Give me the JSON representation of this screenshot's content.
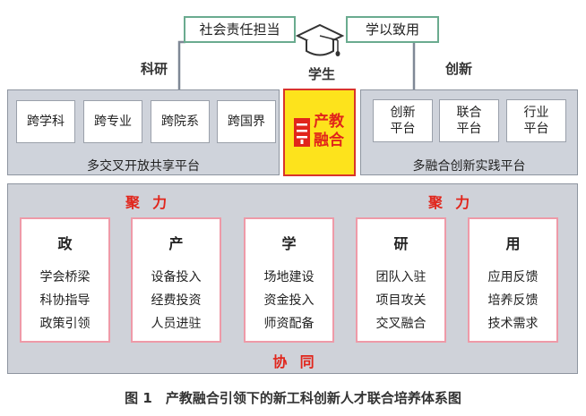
{
  "top": {
    "left_box": "社会责任担当",
    "right_box": "学以致用",
    "student": "学生",
    "left_label": "科研",
    "right_label": "创新"
  },
  "left_platform": {
    "items": [
      "跨学科",
      "跨专业",
      "跨院系",
      "跨国界"
    ],
    "label": "多交叉开放共享平台"
  },
  "center": {
    "line1": "产教",
    "line2": "融合"
  },
  "right_platform": {
    "items": [
      [
        "创新",
        "平台"
      ],
      [
        "联合",
        "平台"
      ],
      [
        "行业",
        "平台"
      ]
    ],
    "label": "多融合创新实践平台"
  },
  "bottom": {
    "left_label": "聚  力",
    "right_label": "聚  力",
    "bottom_label": "协  同",
    "columns": [
      {
        "title": "政",
        "lines": [
          "学会桥梁",
          "科协指导",
          "政策引领"
        ]
      },
      {
        "title": "产",
        "lines": [
          "设备投入",
          "经费投资",
          "人员进驻"
        ]
      },
      {
        "title": "学",
        "lines": [
          "场地建设",
          "资金投入",
          "师资配备"
        ]
      },
      {
        "title": "研",
        "lines": [
          "团队入驻",
          "项目攻关",
          "交叉融合"
        ]
      },
      {
        "title": "用",
        "lines": [
          "应用反馈",
          "培养反馈",
          "技术需求"
        ]
      }
    ]
  },
  "caption": "图 1　产教融合引领下的新工科创新人才联合培养体系图",
  "icons": [
    "graduation-cap-icon",
    "industry-education-icon"
  ],
  "colors": {
    "accent_red": "#e1251b",
    "center_yellow": "#fde31c",
    "top_border_green": "#6aab8f",
    "platform_gray": "#cfd3db",
    "column_border_pink": "#ee9aa8"
  }
}
